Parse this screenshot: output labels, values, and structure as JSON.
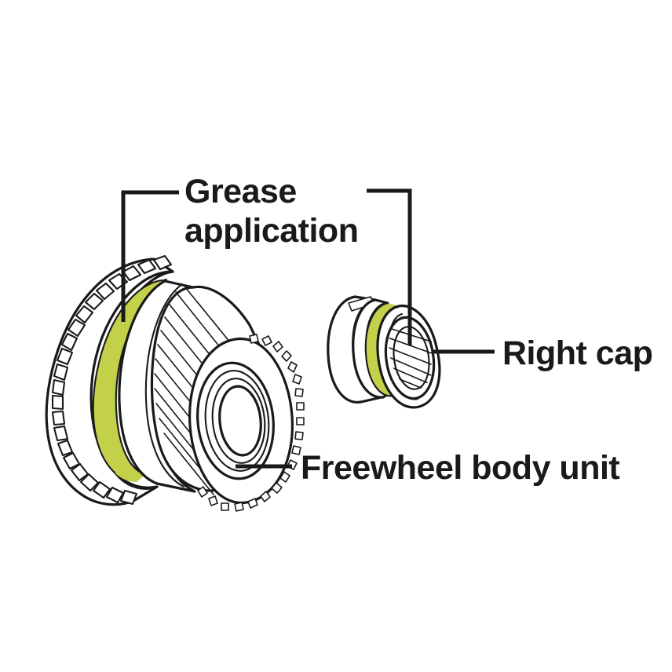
{
  "diagram": {
    "title": "Freewheel body grease application diagram",
    "background_color": "#ffffff",
    "ink_color": "#1a1a1a",
    "grease_color": "#c3d14a",
    "part_fill_color": "#ffffff"
  },
  "labels": {
    "grease_application": {
      "line1": "Grease",
      "line2": "application"
    },
    "right_cap": "Right cap",
    "freewheel_body_unit": "Freewheel body unit"
  },
  "callouts": [
    {
      "id": "grease-application-left",
      "target": "freewheel-body-grease-band",
      "label": "Grease application"
    },
    {
      "id": "grease-application-right",
      "target": "right-cap-grease-ring",
      "label": "Grease application"
    },
    {
      "id": "right-cap-callout",
      "target": "right-cap",
      "label": "Right cap"
    },
    {
      "id": "freewheel-body-callout",
      "target": "freewheel-body-unit",
      "label": "Freewheel body unit"
    }
  ],
  "parts": [
    {
      "id": "freewheel-body-unit",
      "name": "Freewheel body unit",
      "features": [
        "ratchet-tooth-ring",
        "grease-band",
        "splined-barrel",
        "serrated-end-ring",
        "center-bore"
      ]
    },
    {
      "id": "right-cap",
      "name": "Right cap",
      "features": [
        "smooth-cylinder",
        "grease-ring",
        "splined-bore",
        "slot-detail"
      ]
    }
  ]
}
